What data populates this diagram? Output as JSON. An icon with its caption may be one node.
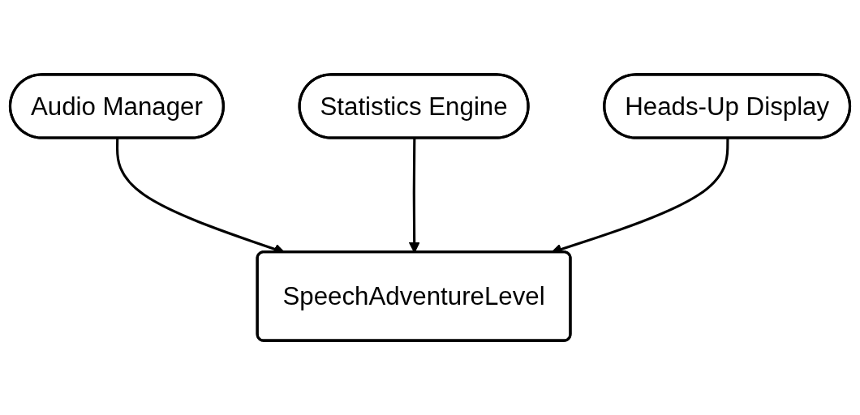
{
  "diagram": {
    "nodes": [
      {
        "text": [
          "Audio Manager"
        ]
      },
      {
        "text": [
          "Statistics Engine"
        ]
      },
      {
        "text": [
          "Heads-Up Display"
        ]
      },
      {
        "text": [
          "SpeechAdventureLevel"
        ]
      }
    ],
    "edges": [
      {
        "from": 0,
        "to": 3,
        "arrow": "to"
      },
      {
        "from": 1,
        "to": 3,
        "arrow": "to"
      },
      {
        "from": 2,
        "to": 3,
        "arrow": "to"
      }
    ]
  }
}
